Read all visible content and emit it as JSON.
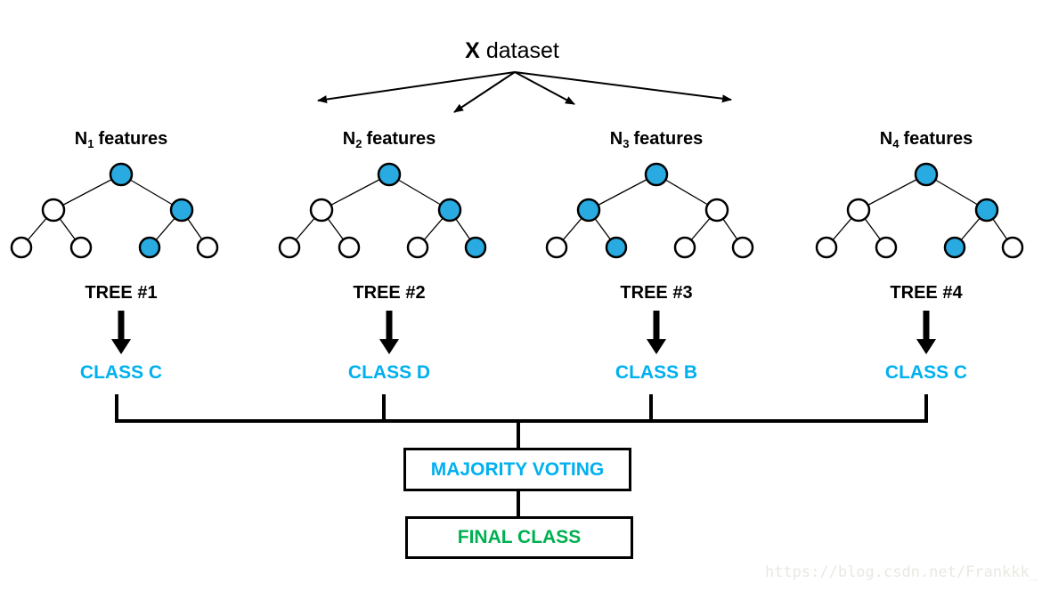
{
  "title": {
    "bold": "X",
    "rest": "dataset"
  },
  "trees": [
    {
      "features_base": "N",
      "features_sub": "1",
      "features_rest": "features",
      "tree_label": "TREE #1",
      "class_label": "CLASS C",
      "filled": [
        true,
        false,
        true,
        false,
        false,
        true,
        false
      ]
    },
    {
      "features_base": "N",
      "features_sub": "2",
      "features_rest": "features",
      "tree_label": "TREE #2",
      "class_label": "CLASS D",
      "filled": [
        true,
        false,
        true,
        false,
        false,
        false,
        true
      ]
    },
    {
      "features_base": "N",
      "features_sub": "3",
      "features_rest": "features",
      "tree_label": "TREE #3",
      "class_label": "CLASS B",
      "filled": [
        true,
        true,
        false,
        false,
        true,
        false,
        false
      ]
    },
    {
      "features_base": "N",
      "features_sub": "4",
      "features_rest": "features",
      "tree_label": "TREE #4",
      "class_label": "CLASS C",
      "filled": [
        true,
        false,
        true,
        false,
        false,
        true,
        false
      ]
    }
  ],
  "voting_box": {
    "label": "MAJORITY VOTING"
  },
  "final_box": {
    "label": "FINAL CLASS"
  },
  "watermark": "https://blog.csdn.net/Frankkk_",
  "colors": {
    "node_fill": "#29ABE2",
    "node_empty": "#FFFFFF",
    "class_text": "#00B0F0",
    "voting_text": "#00B0F0",
    "final_text": "#00B050",
    "line": "#000000",
    "watermark": "#E9E9E1"
  }
}
